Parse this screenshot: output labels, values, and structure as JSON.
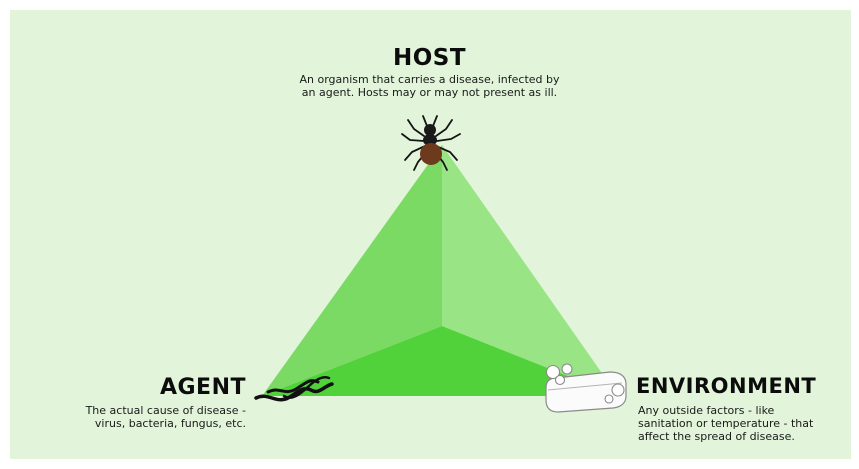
{
  "host": {
    "title": "HOST",
    "description_lines": [
      "An organism that carries a disease, infected by",
      "an agent. Hosts may or may not present as ill."
    ],
    "icon": "tick-icon"
  },
  "agent": {
    "title": "AGENT",
    "description_lines": [
      "The actual cause of disease -",
      "virus, bacteria, fungus, etc."
    ],
    "icon": "worm-pathogen-icon"
  },
  "environment": {
    "title": "ENVIRONMENT",
    "description_lines": [
      "Any outside factors - like",
      "sanitation or temperature - that",
      "affect the spread of disease."
    ],
    "icon": "soap-bar-icon"
  },
  "colors": {
    "background": "#e2f5db",
    "face_left": "#7ada63",
    "face_right": "#99e585",
    "face_bottom": "#52d23a",
    "text": "#0c0c0c"
  }
}
